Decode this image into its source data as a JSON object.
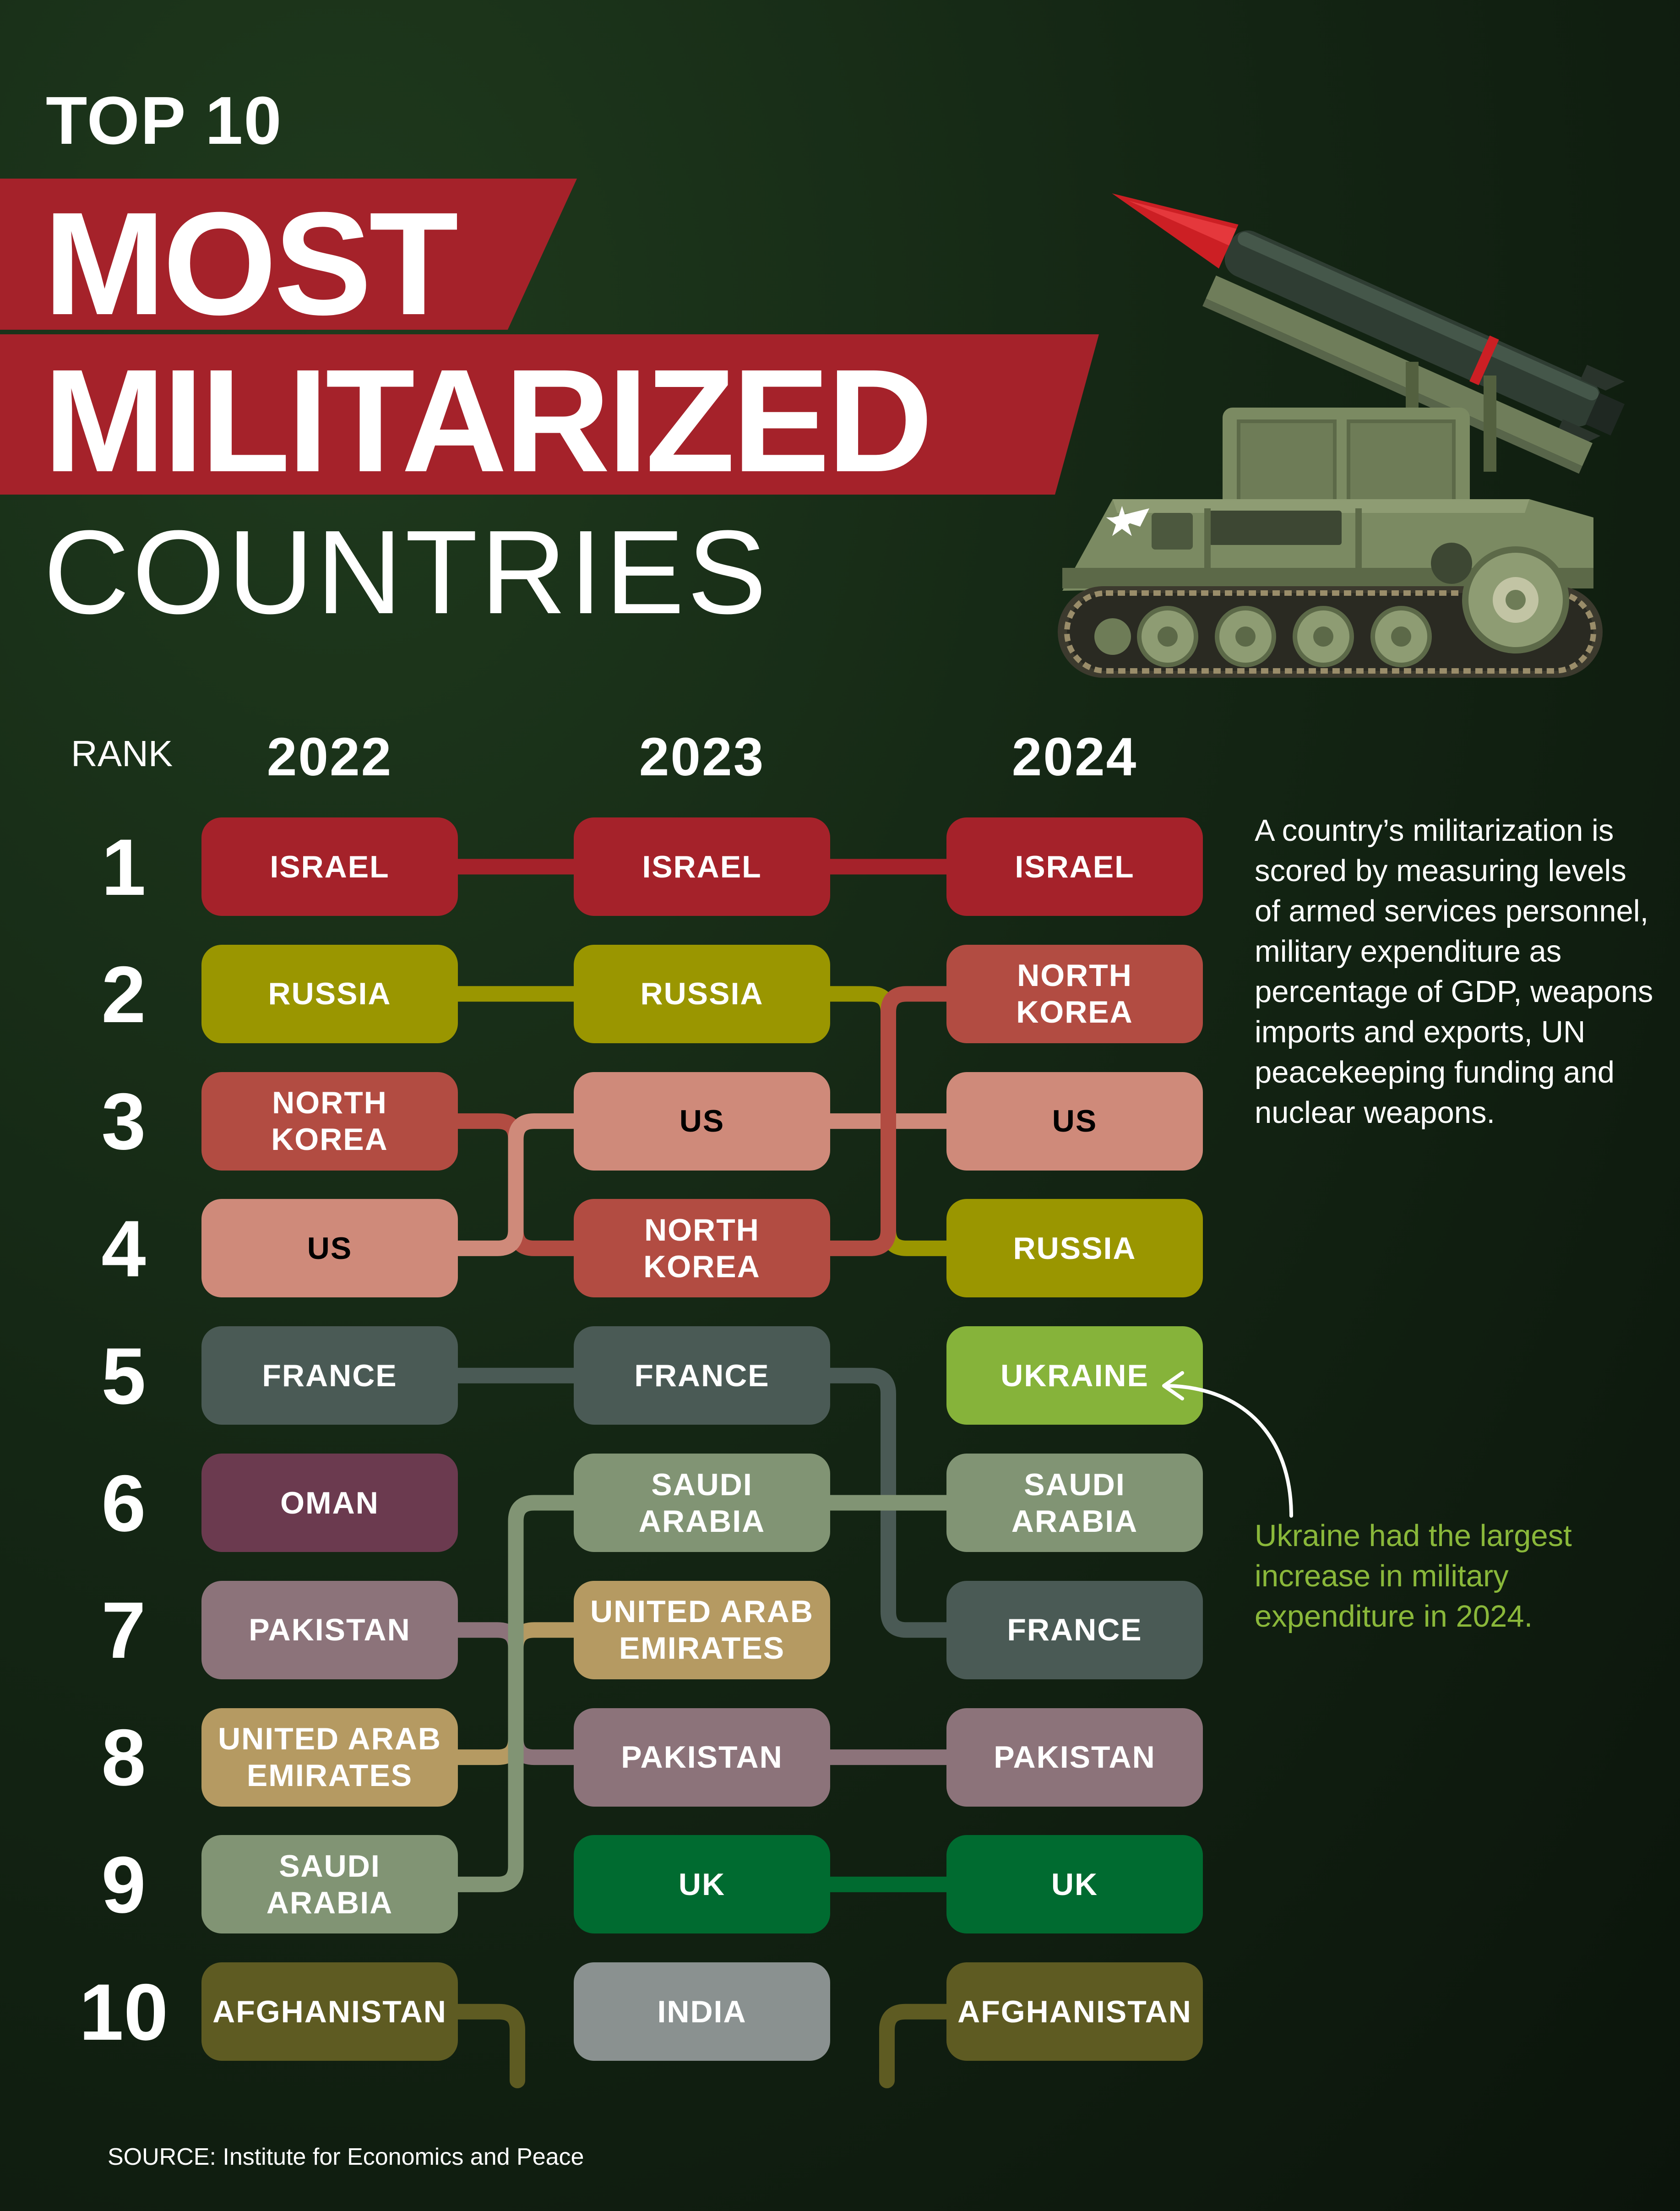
{
  "title": {
    "line1": "TOP 10",
    "line2": "MOST",
    "line3": "MILITARIZED",
    "line4": "COUNTRIES"
  },
  "rank_label": "RANK",
  "description": "A country’s militarization is scored by measuring levels of armed services personnel, military expenditure as percentage of GDP, weapons imports and exports, UN peacekeeping funding and nuclear weapons.",
  "annotation": "Ukraine had the largest increase in military expenditure in 2024.",
  "source": "SOURCE: Institute for Economics and Peace",
  "colors": {
    "background": "#142614",
    "title_band": "#a5222a",
    "annotation_text": "#8ab83a",
    "ISRAEL": "#a5222a",
    "RUSSIA": "#9a9600",
    "NORTH KOREA": "#b24c42",
    "US": "#cf8a7a",
    "FRANCE": "#4a5a55",
    "UKRAINE": "#86b33a",
    "OMAN": "#6b3a4f",
    "SAUDI ARABIA": "#819474",
    "PAKISTAN": "#8c737a",
    "UNITED ARAB EMIRATES": "#b59a62",
    "UK": "#006b30",
    "INDIA": "#8a9190",
    "AFGHANISTAN": "#5e5b22"
  },
  "icons": {
    "illustration": "missile-launcher-tank-icon",
    "arrow": "curved-arrow-icon"
  },
  "chart_data": {
    "type": "bump",
    "years": [
      "2022",
      "2023",
      "2024"
    ],
    "ranks": [
      "1",
      "2",
      "3",
      "4",
      "5",
      "6",
      "7",
      "8",
      "9",
      "10"
    ],
    "rankings": {
      "2022": [
        "ISRAEL",
        "RUSSIA",
        "NORTH KOREA",
        "US",
        "FRANCE",
        "OMAN",
        "PAKISTAN",
        "UNITED ARAB EMIRATES",
        "SAUDI ARABIA",
        "AFGHANISTAN"
      ],
      "2023": [
        "ISRAEL",
        "RUSSIA",
        "US",
        "NORTH KOREA",
        "FRANCE",
        "SAUDI ARABIA",
        "UNITED ARAB EMIRATES",
        "PAKISTAN",
        "UK",
        "INDIA"
      ],
      "2024": [
        "ISRAEL",
        "NORTH KOREA",
        "US",
        "RUSSIA",
        "UKRAINE",
        "SAUDI ARABIA",
        "FRANCE",
        "PAKISTAN",
        "UK",
        "AFGHANISTAN"
      ]
    },
    "labels": {
      "ISRAEL": "ISRAEL",
      "RUSSIA": "RUSSIA",
      "NORTH KOREA": "NORTH\nKOREA",
      "US": "US",
      "FRANCE": "FRANCE",
      "UKRAINE": "UKRAINE",
      "OMAN": "OMAN",
      "SAUDI ARABIA": "SAUDI\nARABIA",
      "PAKISTAN": "PAKISTAN",
      "UNITED ARAB EMIRATES": "UNITED ARAB\nEMIRATES",
      "UK": "UK",
      "INDIA": "INDIA",
      "AFGHANISTAN": "AFGHANISTAN"
    },
    "text_color": {
      "US": "#000000"
    }
  }
}
